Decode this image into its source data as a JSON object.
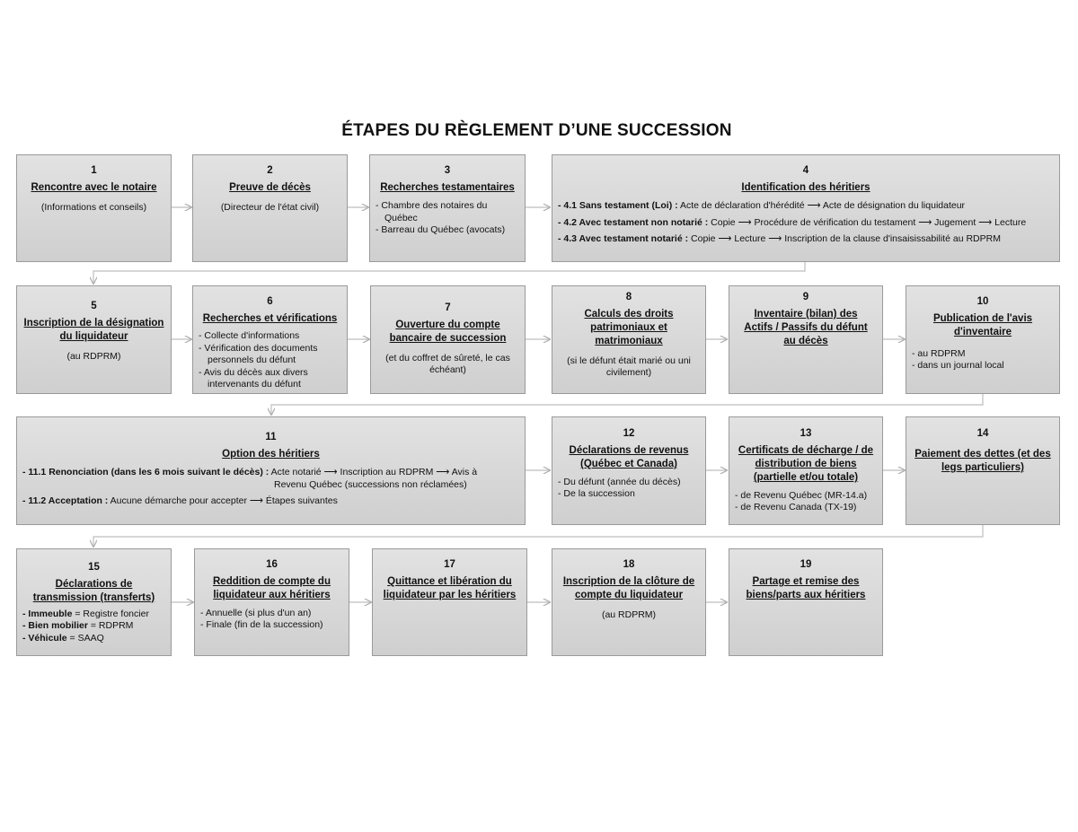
{
  "title": "ÉTAPES DU RÈGLEMENT D’UNE SUCCESSION",
  "steps": {
    "s1": {
      "num": "1",
      "head": "Rencontre avec le notaire",
      "sub": "(Informations et conseils)"
    },
    "s2": {
      "num": "2",
      "head": "Preuve de décès",
      "sub": "(Directeur de l'état civil)"
    },
    "s3": {
      "num": "3",
      "head": "Recherches testamentaires",
      "items": [
        "Chambre des notaires du Québec",
        "Barreau du Québec (avocats)"
      ]
    },
    "s4": {
      "num": "4",
      "head": "Identification des héritiers",
      "lines": [
        {
          "bold": "- 4.1 Sans testament (Loi) :",
          "text": " Acte de déclaration d'hérédité ⟶ Acte de désignation du liquidateur"
        },
        {
          "bold": "- 4.2 Avec testament non notarié :",
          "text": " Copie ⟶ Procédure de vérification du testament ⟶ Jugement ⟶ Lecture"
        },
        {
          "bold": "- 4.3 Avec testament notarié :",
          "text": " Copie ⟶ Lecture ⟶ Inscription de la clause d'insaisissabilité au RDPRM"
        }
      ]
    },
    "s5": {
      "num": "5",
      "head": "Inscription de la désignation du liquidateur",
      "sub": "(au RDPRM)"
    },
    "s6": {
      "num": "6",
      "head": "Recherches et vérifications",
      "items": [
        "Collecte d'informations",
        "Vérification des documents personnels du défunt",
        "Avis du décès aux divers intervenants du défunt"
      ]
    },
    "s7": {
      "num": "7",
      "head": "Ouverture du compte bancaire de succession",
      "sub": "(et du coffret de sûreté, le cas échéant)"
    },
    "s8": {
      "num": "8",
      "head": "Calculs des droits patrimoniaux et matrimoniaux",
      "sub": "(si le défunt était marié ou uni civilement)"
    },
    "s9": {
      "num": "9",
      "head": "Inventaire (bilan) des Actifs / Passifs du défunt au décès"
    },
    "s10": {
      "num": "10",
      "head": "Publication de l'avis d'inventaire",
      "items": [
        "- au RDPRM",
        "- dans un journal local"
      ]
    },
    "s11": {
      "num": "11",
      "head": "Option des héritiers",
      "lines": [
        {
          "bold": "- 11.1 Renonciation (dans les 6 mois suivant le décès) :",
          "text": "  Acte notarié ⟶ Inscription au RDPRM ⟶ Avis à",
          "text2": "Revenu Québec (successions non réclamées)"
        },
        {
          "bold": "- 11.2 Acceptation :",
          "text": " Aucune démarche pour accepter ⟶ Étapes suivantes"
        }
      ]
    },
    "s12": {
      "num": "12",
      "head": "Déclarations de revenus (Québec et Canada)",
      "items": [
        "- Du défunt (année du décès)",
        "- De la succession"
      ]
    },
    "s13": {
      "num": "13",
      "head": "Certificats de décharge /  de distribution de biens (partielle et/ou totale)",
      "items": [
        "- de Revenu Québec (MR-14.a)",
        "- de Revenu Canada (TX-19)"
      ]
    },
    "s14": {
      "num": "14",
      "head": "Paiement des dettes (et des legs particuliers)"
    },
    "s15": {
      "num": "15",
      "head": "Déclarations de transmission (transferts)",
      "lines": [
        {
          "bold": "- Immeuble",
          "text": " = Registre foncier"
        },
        {
          "bold": "- Bien mobilier",
          "text": " = RDPRM"
        },
        {
          "bold": "- Véhicule",
          "text": " = SAAQ"
        }
      ]
    },
    "s16": {
      "num": "16",
      "head": "Reddition de compte du liquidateur aux héritiers",
      "items": [
        "- Annuelle (si plus d'un an)",
        "- Finale (fin de la succession)"
      ]
    },
    "s17": {
      "num": "17",
      "head": "Quittance et libération du liquidateur par les héritiers"
    },
    "s18": {
      "num": "18",
      "head": "Inscription de la clôture de compte du liquidateur",
      "sub": "(au RDPRM)"
    },
    "s19": {
      "num": "19",
      "head": "Partage et remise des biens/parts aux héritiers"
    }
  }
}
